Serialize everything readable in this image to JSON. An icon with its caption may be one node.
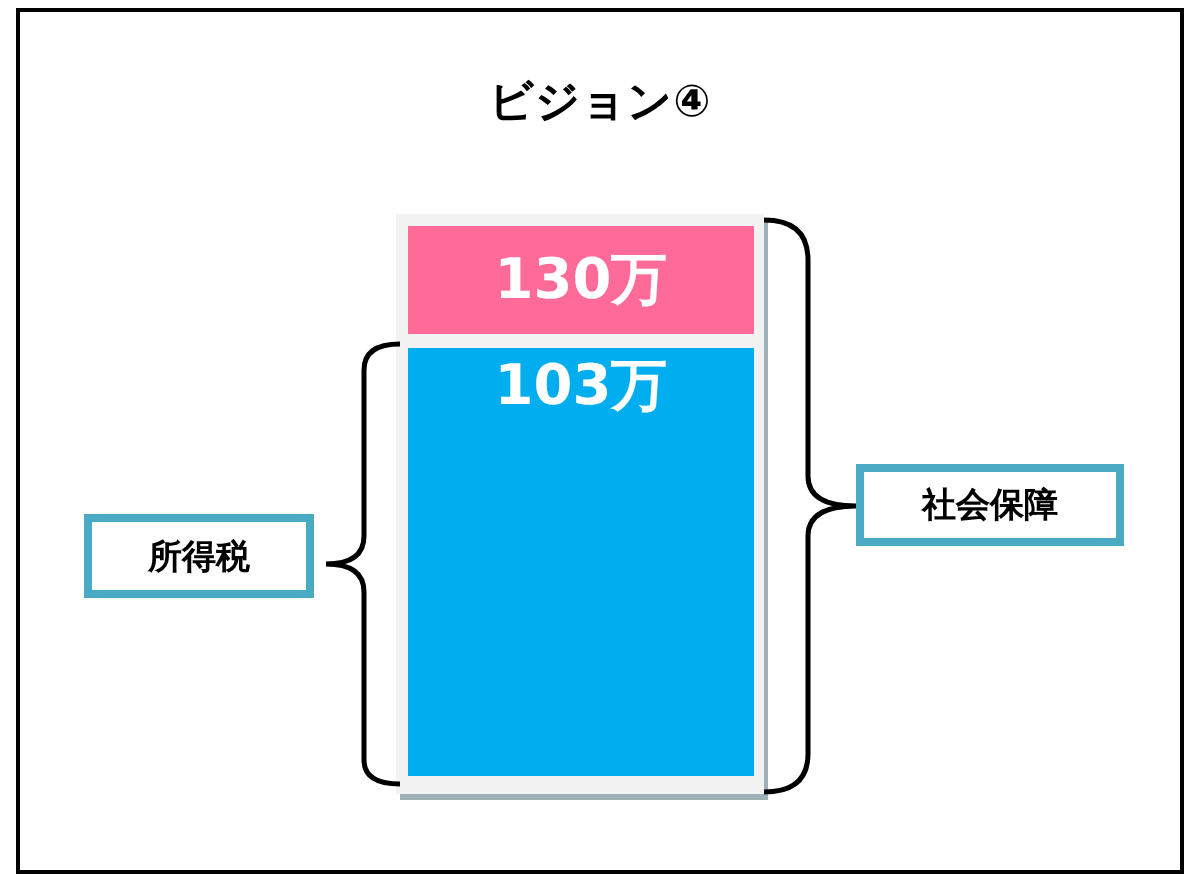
{
  "diagram": {
    "title": "ビジョン④",
    "nodes": [
      {
        "text": [
          "130万"
        ]
      },
      {
        "text": [
          "103万"
        ]
      },
      {
        "text": [
          "所得税"
        ]
      },
      {
        "text": [
          "社会保障"
        ]
      }
    ],
    "edges": []
  }
}
